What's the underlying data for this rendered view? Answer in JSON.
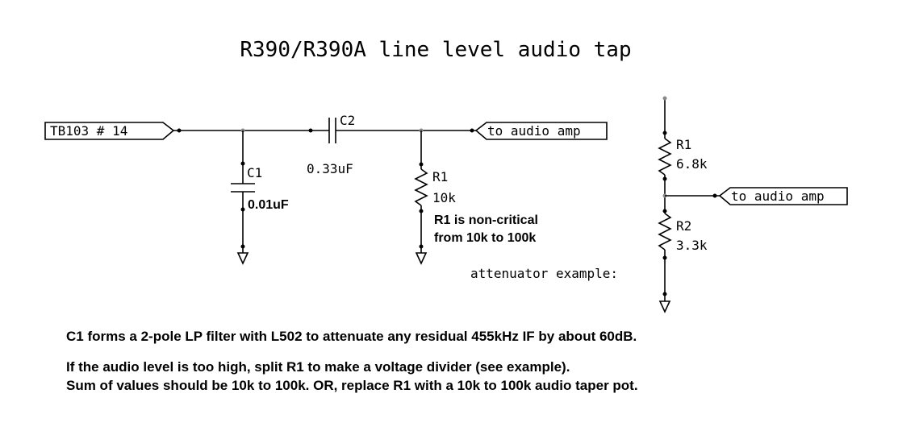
{
  "title": "R390/R390A line level audio tap",
  "schematic": {
    "input_port": "TB103 # 14",
    "output_port": "to audio amp",
    "c1": {
      "ref": "C1",
      "value": "0.01uF"
    },
    "c2": {
      "ref": "C2",
      "value": "0.33uF"
    },
    "r1": {
      "ref": "R1",
      "value": "10k",
      "note_line1": "R1 is non-critical",
      "note_line2": "from 10k to 100k"
    }
  },
  "attenuator": {
    "label": "attenuator example:",
    "output_port": "to audio amp",
    "r1": {
      "ref": "R1",
      "value": "6.8k"
    },
    "r2": {
      "ref": "R2",
      "value": "3.3k"
    }
  },
  "notes": [
    "C1 forms a 2-pole LP filter with L502 to attenuate any residual 455kHz IF by about 60dB.",
    "If the audio level is too high, split R1 to make a voltage divider (see example).",
    "Sum of values should be 10k to 100k.  OR, replace R1 with a 10k to 100k audio taper pot."
  ]
}
